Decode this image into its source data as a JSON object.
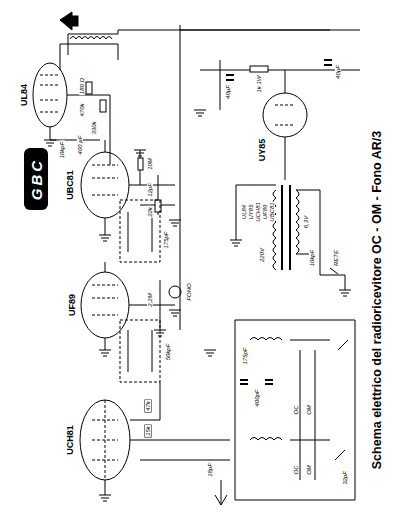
{
  "diagram": {
    "title": "Schema elettrico del radioricevitore OC - OM - Fono AR/3",
    "nodes": [
      {
        "text": [
          "GBC"
        ]
      }
    ],
    "labels": [
      "UCH81",
      "UF89",
      "UBC81",
      "UL84",
      "UY85",
      "15k",
      "47k",
      "2,2M",
      "FONO",
      "50kpF",
      "175pF",
      "22k",
      "12pF",
      "10M",
      "330k",
      "400 µF",
      "470k",
      "180 Ω",
      "10kpF",
      "40µF",
      "1k 1W",
      "40µF",
      "UL84",
      "UY85",
      "UCH81",
      "UF89",
      "UBC81",
      "220V",
      "6,3V",
      "RETE",
      "10kpF",
      "OC",
      "OM",
      "OC",
      "OM",
      "175pF",
      "400pF",
      "18pF",
      "32pF"
    ]
  }
}
